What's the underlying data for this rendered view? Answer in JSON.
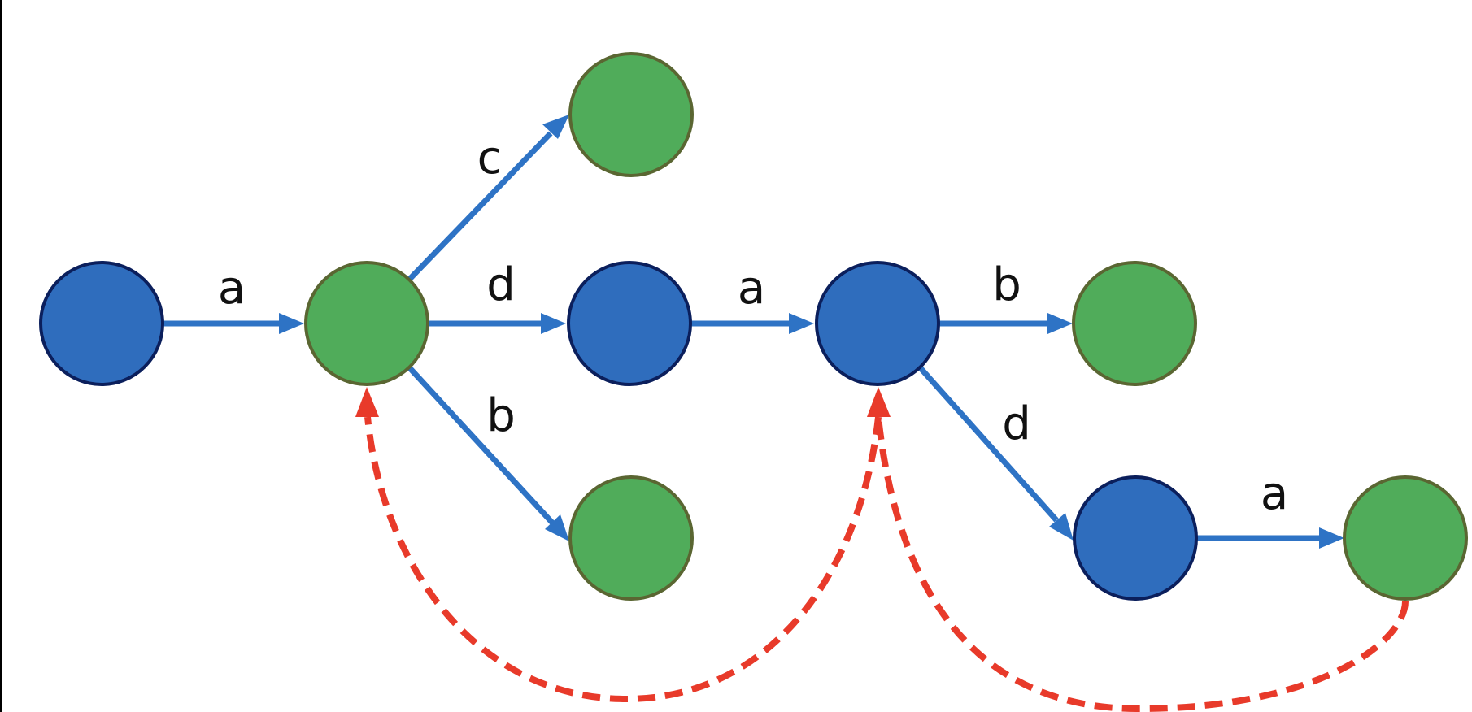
{
  "colors": {
    "node_blue": "#2f6dbd",
    "node_green": "#50ac5a",
    "edge_blue": "#2e73c5",
    "failure_red": "#e83a2a"
  },
  "nodes": [
    {
      "id": "n0",
      "kind": "blue"
    },
    {
      "id": "n1",
      "kind": "green"
    },
    {
      "id": "n2",
      "kind": "green"
    },
    {
      "id": "n3",
      "kind": "blue"
    },
    {
      "id": "n4",
      "kind": "green"
    },
    {
      "id": "n5",
      "kind": "blue"
    },
    {
      "id": "n6",
      "kind": "green"
    },
    {
      "id": "n7",
      "kind": "blue"
    },
    {
      "id": "n8",
      "kind": "green"
    }
  ],
  "edges": [
    {
      "id": "e-n0-n1",
      "from": "n0",
      "to": "n1",
      "label": "a"
    },
    {
      "id": "e-n1-n2",
      "from": "n1",
      "to": "n2",
      "label": "c"
    },
    {
      "id": "e-n1-n3",
      "from": "n1",
      "to": "n3",
      "label": "d"
    },
    {
      "id": "e-n1-n4",
      "from": "n1",
      "to": "n4",
      "label": "b"
    },
    {
      "id": "e-n3-n5",
      "from": "n3",
      "to": "n5",
      "label": "a"
    },
    {
      "id": "e-n5-n6",
      "from": "n5",
      "to": "n6",
      "label": "b"
    },
    {
      "id": "e-n5-n7",
      "from": "n5",
      "to": "n7",
      "label": "d"
    },
    {
      "id": "e-n7-n8",
      "from": "n7",
      "to": "n8",
      "label": "a"
    }
  ],
  "back_edges": [
    {
      "id": "f-n5-n1",
      "from": "n5",
      "to": "n1"
    },
    {
      "id": "f-n8-n5",
      "from": "n8",
      "to": "n5"
    }
  ]
}
